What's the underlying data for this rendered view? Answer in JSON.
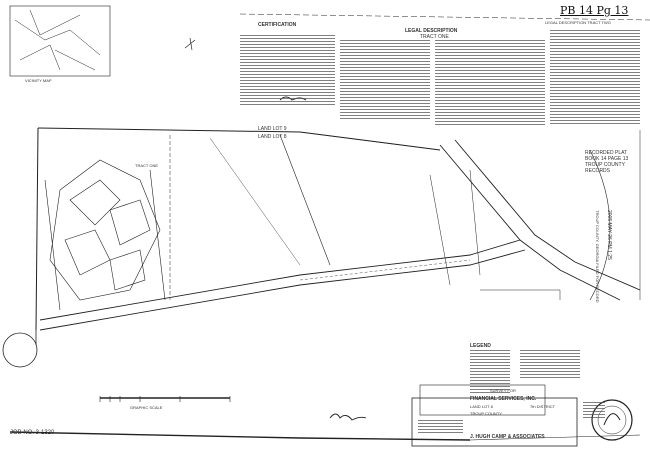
{
  "document": {
    "handwritten_reference": "PB 14 Pg 13",
    "job_number": "JOB NO. 3-1320",
    "headings": {
      "certification": "CERTIFICATION",
      "legal_description": "LEGAL DESCRIPTION",
      "tract_one": "TRACT ONE",
      "legal_description_tract_two": "LEGAL DESCRIPTION TRACT TWO"
    },
    "map_labels": {
      "land_lot_9": "LAND LOT 9",
      "land_lot_8": "LAND LOT 8",
      "tract_one_label": "TRACT ONE",
      "vicinity_map": "VICINITY MAP"
    },
    "recording_stamp": {
      "recorded": "RECORDED PLAT BOOK 14 PAGE 13 TROUP COUNTY RECORDS",
      "filed": "TROUP COUNTY, GEORGIA FILED FOR RECORD",
      "datetime": "2005 MAY 26 PM 1:25"
    },
    "title_block": {
      "survey_for": "SURVEY FOR",
      "client": "FINANCIAL SERVICES, INC.",
      "land_lot": "LAND LOT 8",
      "district": "7th DISTRICT",
      "county": "TROUP COUNTY",
      "surveyor": "J. HUGH CAMP & ASSOCIATES"
    },
    "legend_title": "LEGEND",
    "graphic_scale": "GRAPHIC SCALE"
  }
}
